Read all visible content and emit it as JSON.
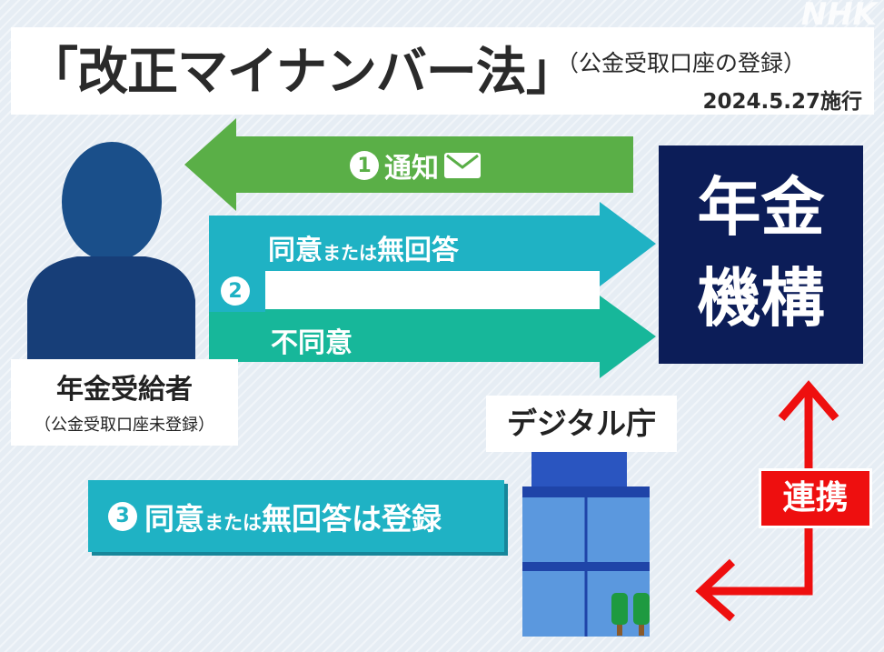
{
  "header": {
    "title": "「改正マイナンバー法」",
    "subtitle": "（公金受取口座の登録）",
    "date": "2024.5.27施行",
    "logo": "NHK"
  },
  "flow": {
    "step1": {
      "num": "1",
      "label": "通知",
      "icon": "envelope-icon"
    },
    "step2": {
      "num": "2",
      "consent": "同意",
      "or": "または",
      "no_answer": "無回答",
      "disagree": "不同意"
    },
    "step3": {
      "num": "3",
      "text_a": "同意",
      "or": "または",
      "text_b": "無回答は登録"
    },
    "link": "連携"
  },
  "actors": {
    "recipient": "年金受給者",
    "recipient_note": "（公金受取口座未登録）",
    "org_line1": "年金",
    "org_line2": "機構",
    "agency": "デジタル庁"
  },
  "colors": {
    "green": "#5aaf47",
    "teal": "#1fb2c4",
    "seagreen": "#17b79a",
    "navy": "#0c1d58",
    "red": "#ee0f0f"
  }
}
